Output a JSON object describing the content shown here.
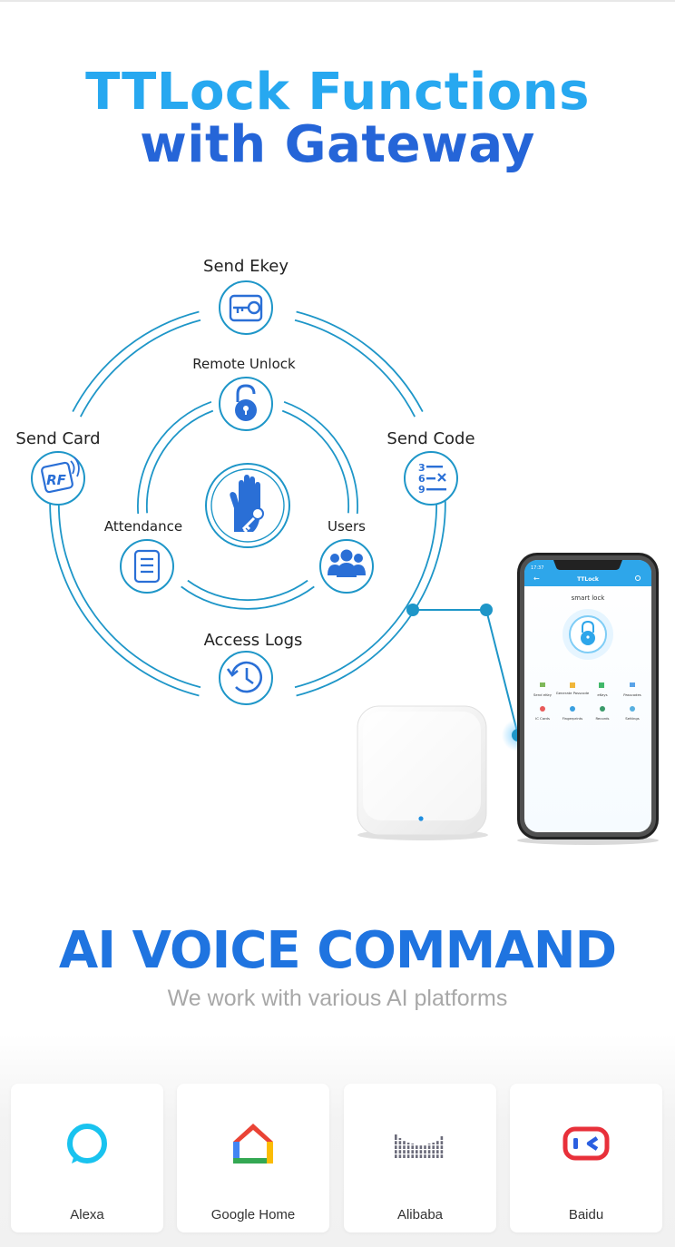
{
  "header": {
    "title_line1": "TTLock Functions",
    "title_line2": "with Gateway"
  },
  "functions": [
    {
      "label": "Send Ekey",
      "icon": "ekey-icon"
    },
    {
      "label": "Remote Unlock",
      "icon": "padlock-icon"
    },
    {
      "label": "Send Card",
      "icon": "rf-card-icon"
    },
    {
      "label": "Send Code",
      "icon": "code-icon"
    },
    {
      "label": "Attendance",
      "icon": "document-icon"
    },
    {
      "label": "Users",
      "icon": "users-icon"
    },
    {
      "label": "Access Logs",
      "icon": "history-icon"
    }
  ],
  "phone": {
    "app_title": "TTLock",
    "lock_name": "smart lock",
    "time": "17:37",
    "menu": [
      "Send eKey",
      "Generate Passcode",
      "eKeys",
      "Passcodes",
      "IC Cards",
      "Fingerprints",
      "Records",
      "Settings"
    ]
  },
  "voice": {
    "title": "AI VOICE COMMAND",
    "subtitle": "We work with various AI platforms",
    "platforms": [
      {
        "name": "Alexa",
        "icon": "alexa-icon"
      },
      {
        "name": "Google Home",
        "icon": "google-home-icon"
      },
      {
        "name": "Alibaba",
        "icon": "alibaba-icon"
      },
      {
        "name": "Baidu",
        "icon": "baidu-icon"
      }
    ]
  },
  "colors": {
    "accent_light": "#27a8f0",
    "accent_dark": "#2565d8",
    "line": "#1e96c8"
  }
}
